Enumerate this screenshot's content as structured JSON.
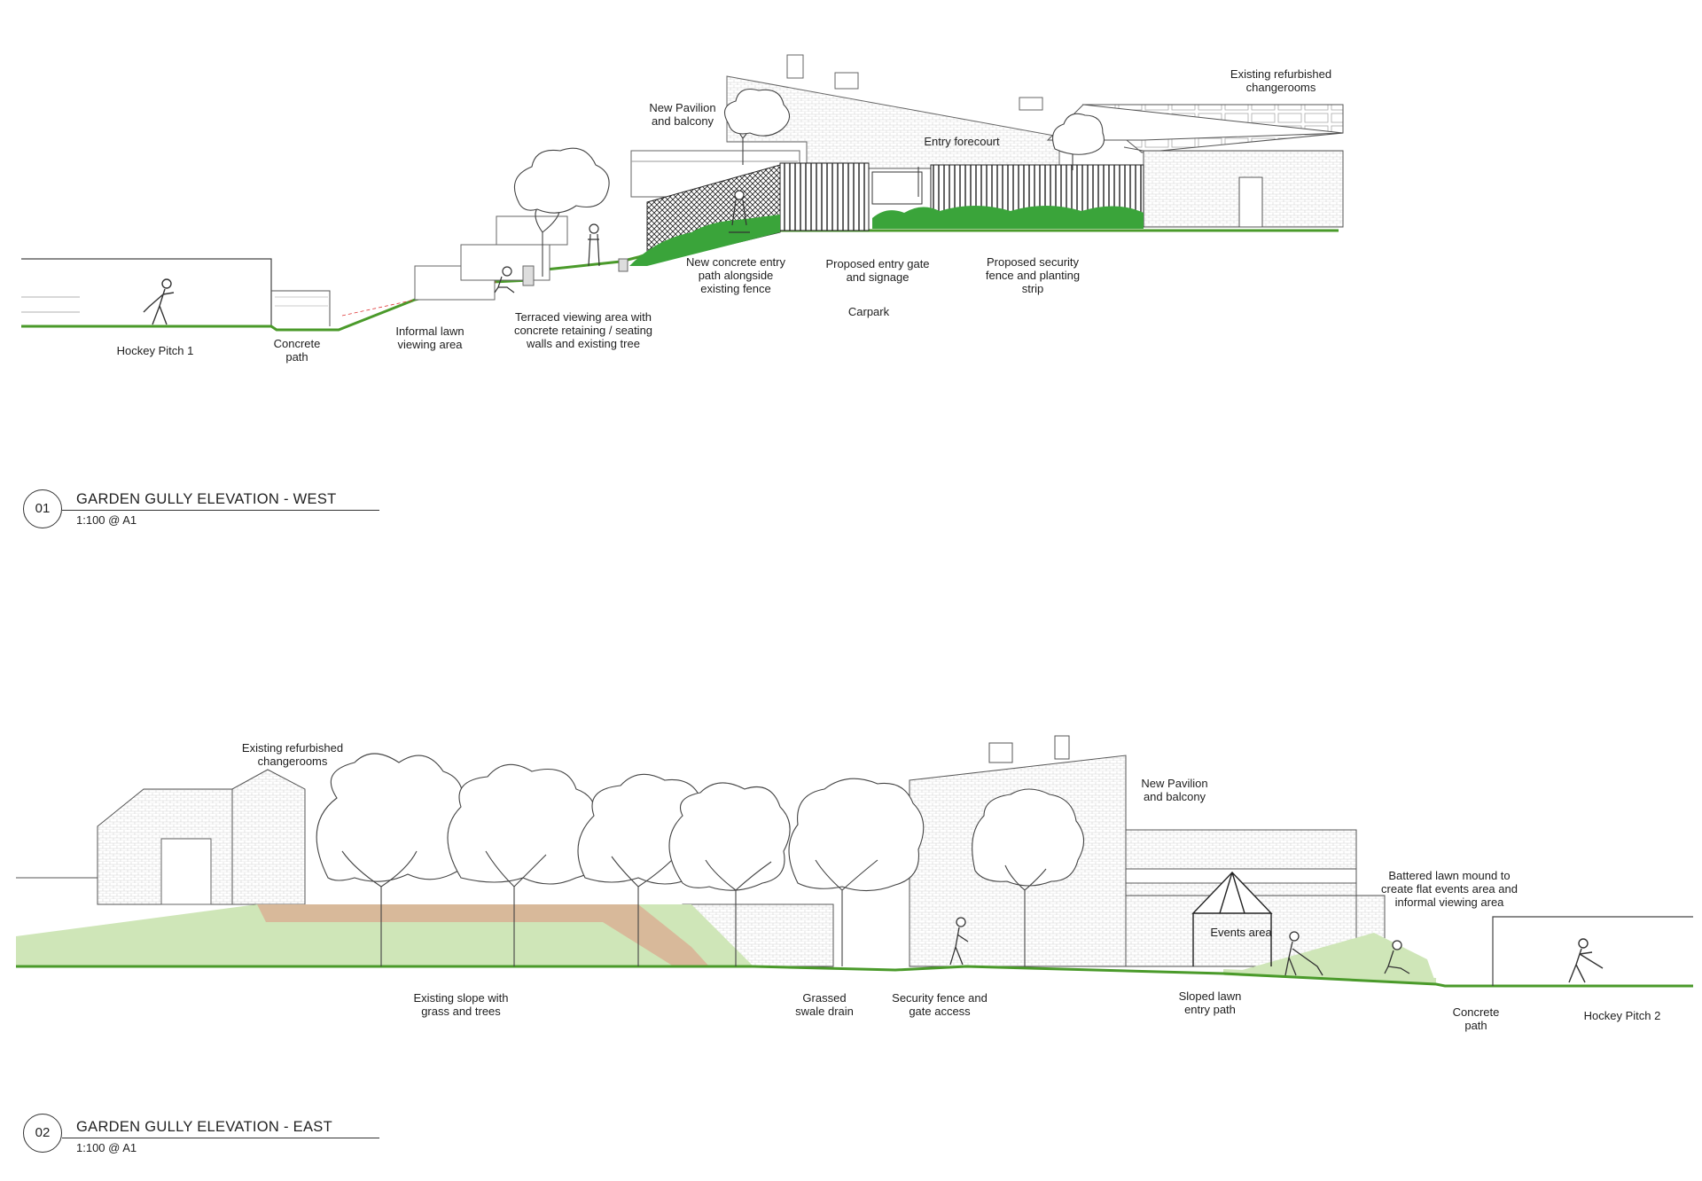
{
  "elevation_west": {
    "number": "01",
    "title": "GARDEN GULLY ELEVATION - WEST",
    "scale": "1:100 @ A1",
    "labels": {
      "hockey_pitch": "Hockey Pitch 1",
      "concrete_path": "Concrete\npath",
      "informal_lawn": "Informal lawn\nviewing area",
      "terraced_viewing": "Terraced viewing area with\nconcrete retaining / seating\nwalls and existing tree",
      "new_pavilion": "New Pavilion\nand balcony",
      "new_concrete_path": "New concrete entry\npath alongside\nexisting fence",
      "entry_forecourt": "Entry forecourt",
      "entry_gate": "Proposed entry gate\nand signage",
      "carpark": "Carpark",
      "security_fence": "Proposed security\nfence and planting\nstrip",
      "changerooms": "Existing refurbished\nchangerooms"
    }
  },
  "elevation_east": {
    "number": "02",
    "title": "GARDEN GULLY ELEVATION - EAST",
    "scale": "1:100 @ A1",
    "labels": {
      "changerooms": "Existing refurbished\nchangerooms",
      "existing_slope": "Existing slope with\ngrass and trees",
      "grassed_swale": "Grassed\nswale drain",
      "security_fence": "Security fence and\ngate access",
      "new_pavilion": "New Pavilion\nand balcony",
      "events_area": "Events area",
      "sloped_lawn": "Sloped lawn\nentry path",
      "battered_mound": "Battered lawn mound to\ncreate flat events area and\ninformal viewing area",
      "concrete_path": "Concrete\npath",
      "hockey_pitch": "Hockey Pitch 2"
    }
  },
  "colors": {
    "grass_line": "#4a9a2a",
    "lawn_fill": "#cfe6b8",
    "planting": "#3aa43a",
    "timber_path": "#d8b99a",
    "line": "#555555",
    "hatch": "#bbbbbb"
  }
}
